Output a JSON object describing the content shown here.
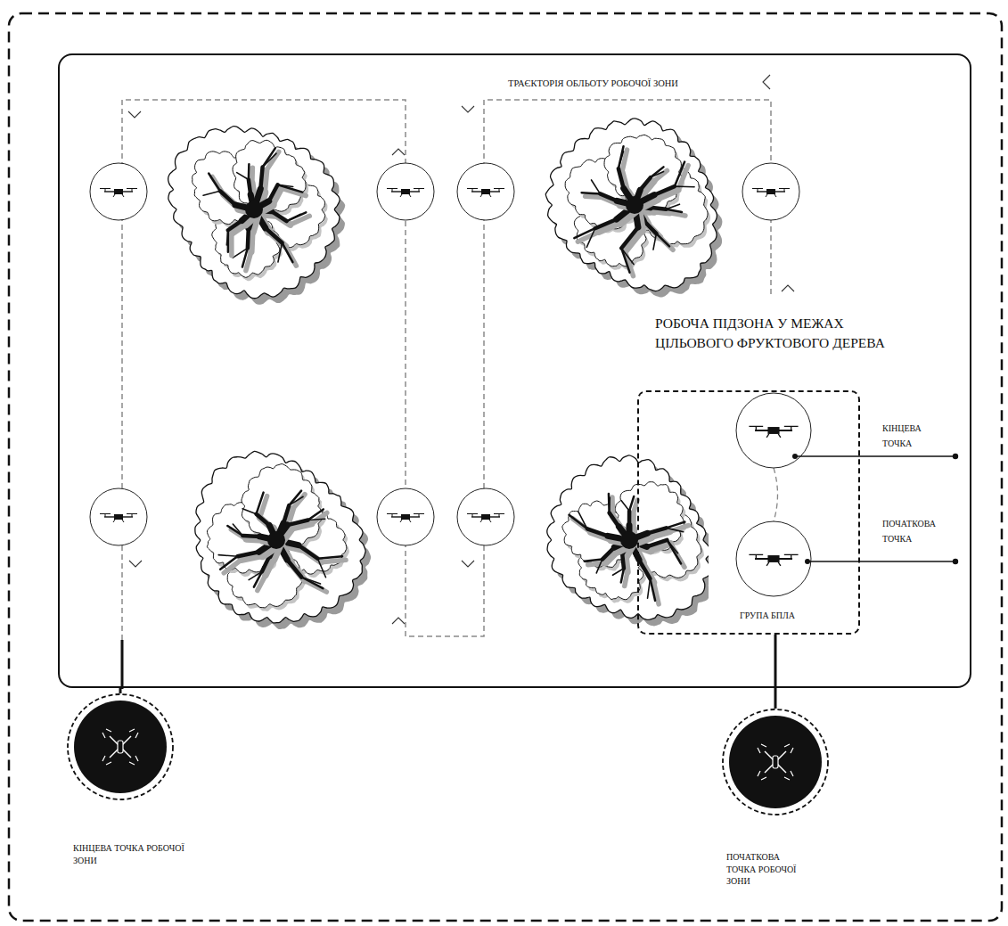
{
  "diagram": {
    "nodes": [
      {
        "text": [
          "ТРАЄКТОРІЯ ОБЛЬОТУ РОБОЧОЇ ЗОНИ"
        ]
      },
      {
        "text": [
          "РОБОЧА ПІДЗОНА У МЕЖАХ ЦІЛЬОВОГО ФРУКТОВОГО ДЕРЕВА",
          "ГРУПА БПЛА"
        ],
        "in": 0
      },
      {
        "text": [
          "КІНЦЕВА ТОЧКА РОБОЧОЇ ЗОНИ"
        ]
      },
      {
        "text": [
          "ПОЧАТКОВА ТОЧКА РОБОЧОЇ ЗОНИ"
        ]
      }
    ],
    "edges": [
      {
        "from": 1,
        "to": 3,
        "arrow": "none"
      },
      {
        "from": 0,
        "to": 2,
        "arrow": "none"
      }
    ],
    "labels": [
      "КІНЦЕВА ТОЧКА",
      "ПОЧАТКОВА ТОЧКА"
    ]
  }
}
